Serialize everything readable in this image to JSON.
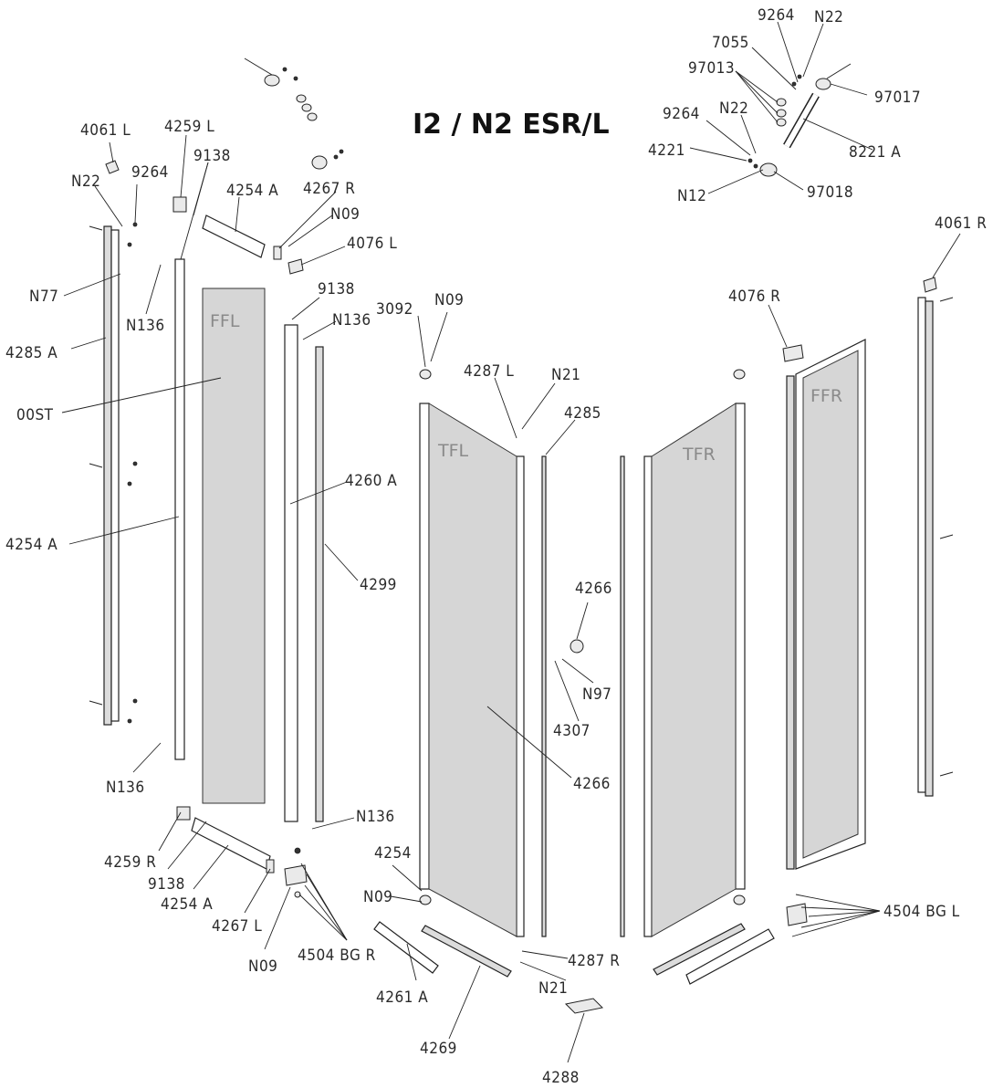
{
  "title": "I2 / N2 ESR/L",
  "glass_labels": {
    "ffl": "FFL",
    "tfl": "TFL",
    "tfr": "TFR",
    "ffr": "FFR"
  },
  "callouts": {
    "c4061l": "4061 L",
    "c4259l": "4259 L",
    "c9138a": "9138",
    "cn22a": "N22",
    "c9264a": "9264",
    "c4254a_top": "4254 A",
    "c4267r": "4267 R",
    "cn09a": "N09",
    "c4076l": "4076 L",
    "cn77": "N77",
    "cn136a": "N136",
    "c9138b": "9138",
    "cn136b": "N136",
    "c4285a": "4285 A",
    "c00st": "00ST",
    "c4260a": "4260 A",
    "c4254a_mid": "4254 A",
    "c4299": "4299",
    "cn136c": "N136",
    "cn136d": "N136",
    "c4259r": "4259 R",
    "c9138c": "9138",
    "c4254a_bot": "4254 A",
    "c4267l": "4267 L",
    "cn09b": "N09",
    "c4504bgr": "4504 BG R",
    "c3092": "3092",
    "cn09c": "N09",
    "c4287l": "4287 L",
    "cn21a": "N21",
    "c4285": "4285",
    "c4266a": "4266",
    "cn97": "N97",
    "c4307": "4307",
    "c4266b": "4266",
    "c4254": "4254",
    "cn09d": "N09",
    "c4261a": "4261 A",
    "c4269": "4269",
    "c4287r": "4287 R",
    "cn21b": "N21",
    "c4288": "4288",
    "c4076r": "4076 R",
    "c4061r": "4061 R",
    "c4504bgl": "4504 BG L",
    "c9264b": "9264",
    "cn22b": "N22",
    "c7055": "7055",
    "c97013": "97013",
    "c97017": "97017",
    "c9264c": "9264",
    "cn22c": "N22",
    "c4221": "4221",
    "c8221a": "8221 A",
    "cn12": "N12",
    "c97018": "97018"
  }
}
